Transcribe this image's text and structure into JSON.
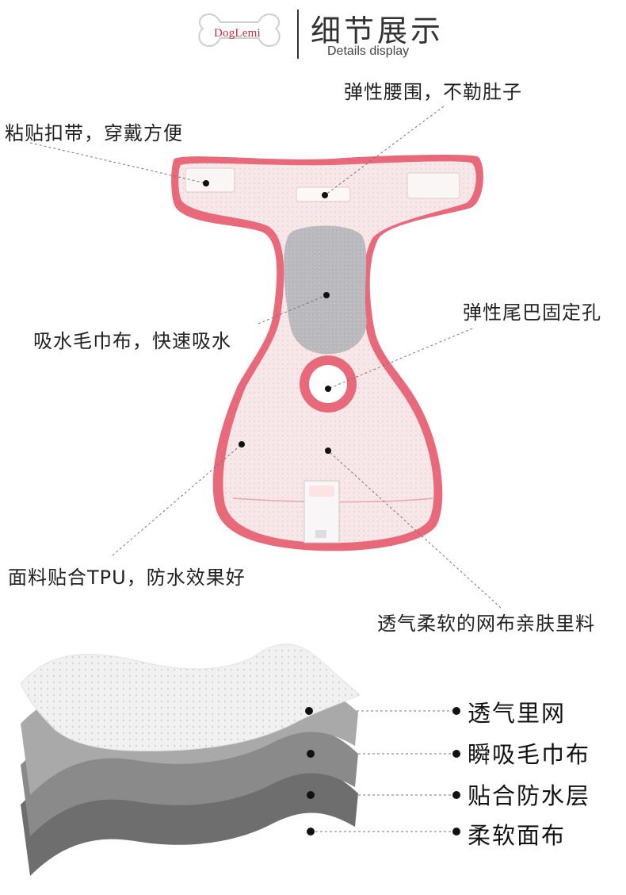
{
  "header": {
    "brand": "DogLemi",
    "title": "细节展示",
    "subtitle": "Details display"
  },
  "annotations": {
    "waist": "弹性腰围，不勒肚子",
    "strap": "粘贴扣带，穿戴方便",
    "towel": "吸水毛巾布，快速吸水",
    "tail_hole": "弹性尾巴固定孔",
    "tpu": "面料贴合TPU，防水效果好",
    "mesh": "透气柔软的网布亲肤里料"
  },
  "layers": [
    {
      "label": "透气里网"
    },
    {
      "label": "瞬吸毛巾布"
    },
    {
      "label": "贴合防水层"
    },
    {
      "label": "柔软面布"
    }
  ],
  "colors": {
    "trim_pink": "#e8697a",
    "mesh_pink": "#f7e9e9",
    "towel_gray": "#b9b9bd",
    "layer1": "#f0f0f0",
    "layer2": "#a9a9a9",
    "layer3": "#8a8a8a",
    "layer4": "#6e6e6e"
  }
}
